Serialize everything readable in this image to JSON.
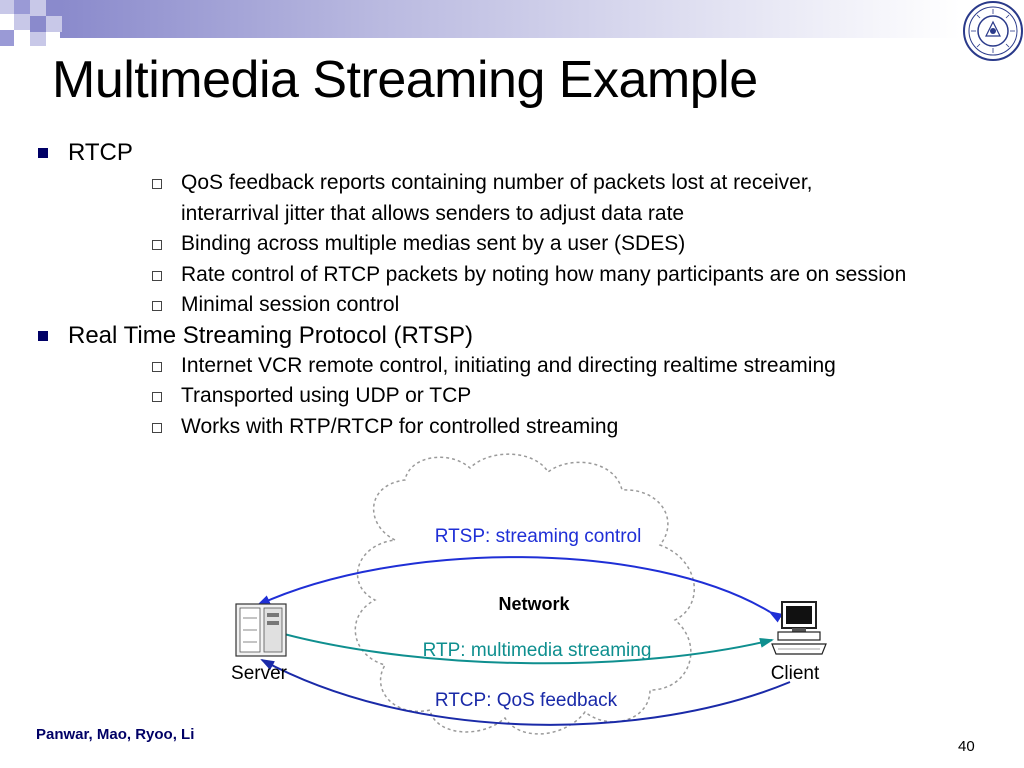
{
  "slide": {
    "title": "Multimedia Streaming Example",
    "bullets": [
      {
        "text": "RTCP",
        "children": [
          {
            "lines": [
              "QoS feedback reports containing number of packets lost at receiver,",
              "interarrival jitter that allows senders to adjust data rate"
            ]
          },
          {
            "lines": [
              "Binding across multiple medias sent by a user (SDES)"
            ]
          },
          {
            "lines": [
              "Rate control of RTCP packets by noting how many participants are on session"
            ]
          },
          {
            "lines": [
              "Minimal session control"
            ]
          }
        ]
      },
      {
        "text": "Real Time Streaming Protocol (RTSP)",
        "children": [
          {
            "lines": [
              "Internet VCR remote control, initiating and directing realtime streaming"
            ]
          },
          {
            "lines": [
              "Transported using UDP or TCP"
            ]
          },
          {
            "lines": [
              "Works with RTP/RTCP for controlled streaming"
            ]
          }
        ]
      }
    ],
    "footer": "Panwar, Mao, Ryoo, Li",
    "page_number": "40"
  },
  "diagram": {
    "network_label": "Network",
    "server_label": "Server",
    "client_label": "Client",
    "rtsp_label": "RTSP: streaming control",
    "rtp_label": "RTP: multimedia streaming",
    "rtcp_label": "RTCP: QoS feedback"
  },
  "colors": {
    "bullet": "#000066",
    "rtsp_arrow": "#1f2fd6",
    "rtp_arrow": "#0f8f8f",
    "rtcp_arrow": "#1a2aa8",
    "footer_text": "#000066"
  },
  "icons": {
    "logo": "university-seal-icon",
    "server": "server-tower-icon",
    "client": "desktop-computer-icon"
  }
}
